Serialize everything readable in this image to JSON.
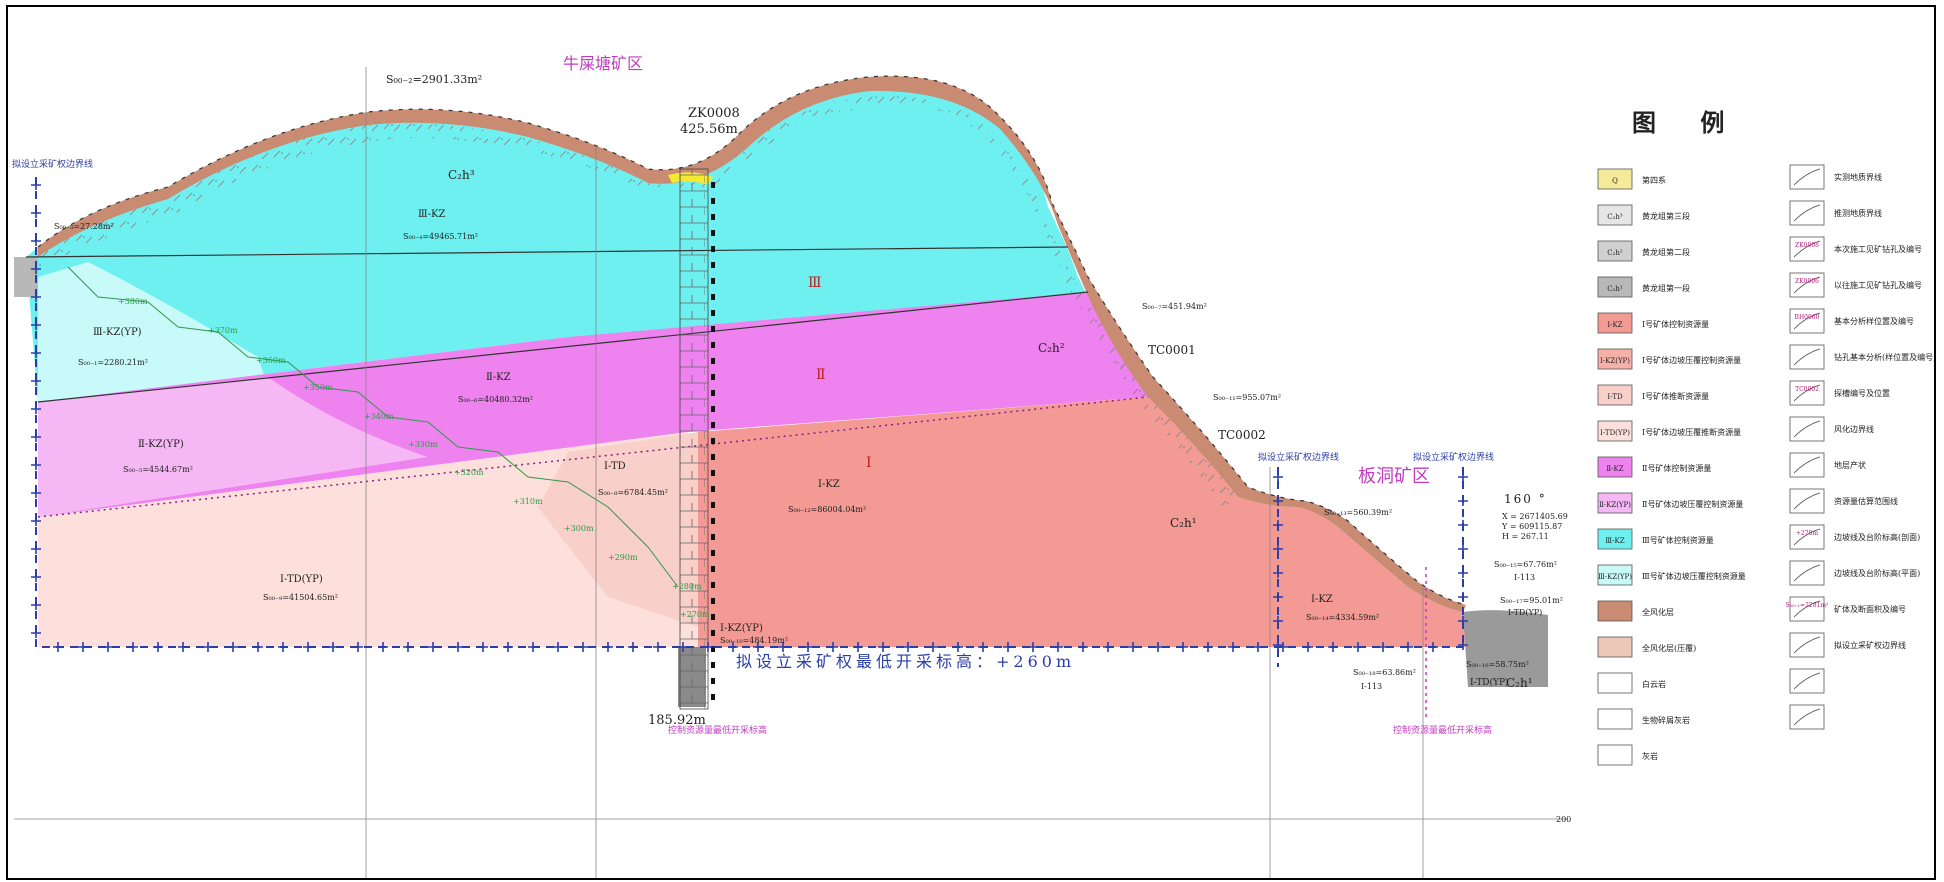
{
  "regions": {
    "north": "牛屎塘矿区",
    "south": "板洞矿区"
  },
  "drillholes": {
    "zk0008": {
      "id": "ZK0008",
      "elev_top": "425.56m",
      "elev_bottom": "185.92m",
      "note": "控制资源量最低开采标高"
    },
    "tc0001": "TC0001",
    "tc0002": "TC0002"
  },
  "boundary_labels": {
    "left": "拟设立采矿权边界线",
    "center": "拟设立采矿权边界线",
    "right": "拟设立采矿权边界线",
    "lowest_level": "拟设立采矿权最低开采标高：+260m",
    "right_note": "控制资源量最低开采标高"
  },
  "zones": {
    "III": "Ⅲ",
    "II": "Ⅱ",
    "I": "Ⅰ"
  },
  "strata_labels": {
    "c2h3": "C₂h³",
    "c2h2": "C₂h²",
    "c2h1": "C₂h¹",
    "c2h1_right": "C₂h¹"
  },
  "areas": [
    {
      "code": "Ⅲ-KZ",
      "s": "S₀₀₋₄=49465.71m²"
    },
    {
      "code": "Ⅲ-KZ(YP)",
      "s": "S₀₀₋₁=2280.21m²"
    },
    {
      "code": "Ⅱ-KZ",
      "s": "S₀₀₋₆=40480.32m²"
    },
    {
      "code": "Ⅱ-KZ(YP)",
      "s": "S₀₀₋₅=4544.67m²"
    },
    {
      "code": "Ⅰ-TD",
      "s": "S₀₀₋₈=6784.45m²"
    },
    {
      "code": "Ⅰ-KZ",
      "s": "S₀₀₋₁₂=86004.04m²"
    },
    {
      "code": "Ⅰ-TD(YP)",
      "s": "S₀₀₋₉=41504.65m²"
    },
    {
      "code": "Ⅰ-KZ",
      "s": "S₀₀₋₁₄=4334.59m²"
    },
    {
      "code": "Ⅰ-KZ(YP)",
      "s": "S₀₀₋₁₀=484.19m²"
    }
  ],
  "small_s": {
    "top": "S₀₀₋₂=2901.33m²",
    "left": "S₀₀₋₃=27.28m²",
    "s451": "S₀₀₋₇=451.94m²",
    "s955": "S₀₀₋₁₁=955.07m²",
    "s560": "S₀₀₋₁₃=560.39m²",
    "s67": "S₀₀₋₁₅=67.76m²",
    "s67b": "Ⅰ-113",
    "s95": "S₀₀₋₁₇=95.01m²",
    "s95b": "Ⅰ-TD(YP)",
    "s58": "S₀₀₋₁₆=58.75m²",
    "s63": "S₀₀₋₁₈=63.86m²",
    "s63b": "Ⅰ-113",
    "sTD": "Ⅰ-TD(YP)"
  },
  "contours": [
    "+380m",
    "+370m",
    "+360m",
    "+350m",
    "+340m",
    "+330m",
    "+320m",
    "+310m",
    "+300m",
    "+290m",
    "+280m",
    "+270m"
  ],
  "point160": {
    "label": "160 °",
    "x": "X = 2671405.69",
    "y": "Y = 609115.87",
    "h": "H = 267.11"
  },
  "scale_right": "200",
  "legend": {
    "title": "图 例",
    "left": [
      {
        "sym": "Q",
        "label": "第四系",
        "color": "#f5ea9a"
      },
      {
        "sym": "C₂h³",
        "label": "黄龙组第三段",
        "color": "#e6e6e6"
      },
      {
        "sym": "C₂h²",
        "label": "黄龙组第二段",
        "color": "#d0d0d0"
      },
      {
        "sym": "C₂h¹",
        "label": "黄龙组第一段",
        "color": "#b8b8b8"
      },
      {
        "sym": "Ⅰ-KZ",
        "label": "Ⅰ号矿体控制资源量",
        "color": "#f49a94"
      },
      {
        "sym": "Ⅰ-KZ(YP)",
        "label": "Ⅰ号矿体边坡压覆控制资源量",
        "color": "#f5b0a8"
      },
      {
        "sym": "Ⅰ-TD",
        "label": "Ⅰ号矿体推断资源量",
        "color": "#f9cfc9"
      },
      {
        "sym": "Ⅰ-TD(YP)",
        "label": "Ⅰ号矿体边坡压覆推断资源量",
        "color": "#fde0db"
      },
      {
        "sym": "Ⅱ-KZ",
        "label": "Ⅱ号矿体控制资源量",
        "color": "#ee82ee"
      },
      {
        "sym": "Ⅱ-KZ(YP)",
        "label": "Ⅱ号矿体边坡压覆控制资源量",
        "color": "#f5b8f5"
      },
      {
        "sym": "Ⅲ-KZ",
        "label": "Ⅲ号矿体控制资源量",
        "color": "#6ff0f0"
      },
      {
        "sym": "Ⅲ-KZ(YP)",
        "label": "Ⅲ号矿体边坡压覆控制资源量",
        "color": "#c8fafa"
      },
      {
        "sym": "",
        "label": "全风化层",
        "color": "#c98b72"
      },
      {
        "sym": "",
        "label": "全风化层(压覆)",
        "color": "#ecc8b8"
      },
      {
        "sym": "",
        "label": "白云岩",
        "color": "#ffffff"
      },
      {
        "sym": "",
        "label": "生物碎屑灰岩",
        "color": "#ffffff"
      },
      {
        "sym": "",
        "label": "灰岩",
        "color": "#ffffff"
      }
    ],
    "right": [
      {
        "label": "实测地质界线"
      },
      {
        "label": "推测地质界线"
      },
      {
        "label": "本次施工见矿钻孔及编号",
        "tag": "ZK0008"
      },
      {
        "label": "以往施工见矿钻孔及编号",
        "tag": "ZK0006"
      },
      {
        "label": "基本分析样位置及编号",
        "tag": "BH0060"
      },
      {
        "label": "钻孔基本分析(样位置及编号)"
      },
      {
        "label": "探槽编号及位置",
        "tag": "TC0002"
      },
      {
        "label": "风化边界线"
      },
      {
        "label": "地层产状"
      },
      {
        "label": "资源量估算范围线"
      },
      {
        "label": "边坡线及台阶标高(剖面)",
        "tag": "+270m"
      },
      {
        "label": "边坡线及台阶标高(平面)"
      },
      {
        "label": "矿体及断面积及编号",
        "tag": "S₀₀₋₁=2281m²"
      },
      {
        "label": "拟设立采矿权边界线"
      },
      {
        "label": ""
      },
      {
        "label": ""
      }
    ]
  }
}
